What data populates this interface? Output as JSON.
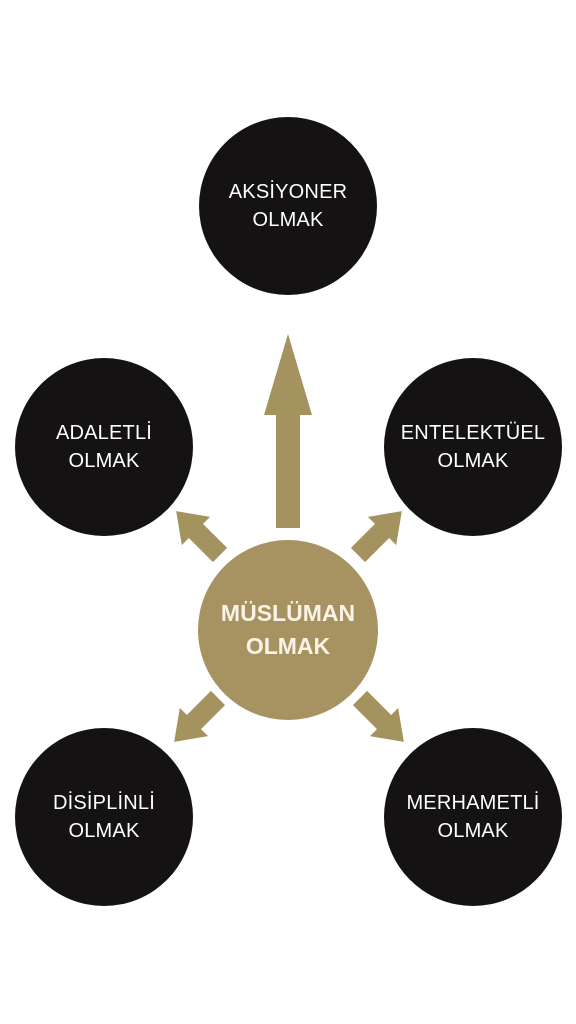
{
  "colors": {
    "node": "#141212",
    "center": "#a79261",
    "arrow": "#a4925f",
    "center_text": "#fbf3e6",
    "node_text": "#ffffff"
  },
  "center": {
    "line1": "MÜSLÜMAN",
    "line2": "OLMAK"
  },
  "nodes": {
    "top": {
      "line1": "AKSİYONER",
      "line2": "OLMAK"
    },
    "upper_left": {
      "line1": "ADALETLİ",
      "line2": "OLMAK"
    },
    "upper_right": {
      "line1": "ENTELEKTÜEL",
      "line2": "OLMAK"
    },
    "lower_left": {
      "line1": "DİSİPLİNLİ",
      "line2": "OLMAK"
    },
    "lower_right": {
      "line1": "MERHAMETLİ",
      "line2": "OLMAK"
    }
  }
}
